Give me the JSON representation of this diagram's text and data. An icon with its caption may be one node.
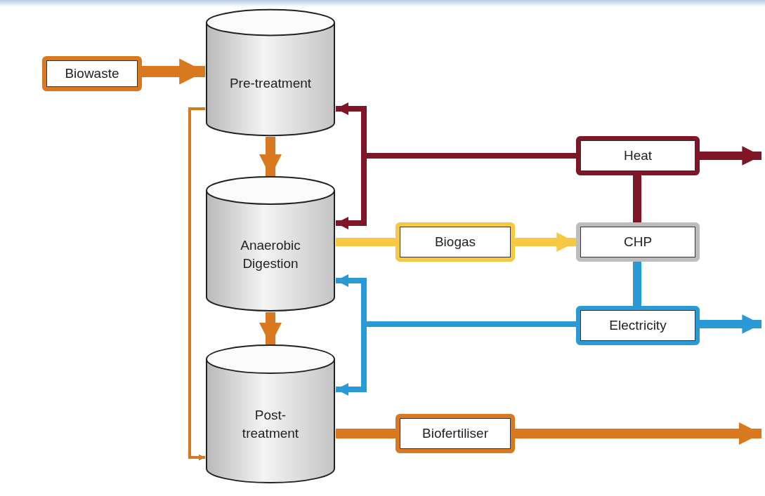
{
  "diagram": {
    "nodes": [
      {
        "text": [
          "Biowaste"
        ]
      },
      {
        "text": [
          "Pre-treatment"
        ]
      },
      {
        "text": [
          "Anaerobic Digestion"
        ]
      },
      {
        "text": [
          "Post- treatment"
        ]
      },
      {
        "text": [
          "Biogas"
        ]
      },
      {
        "text": [
          "CHP"
        ]
      },
      {
        "text": [
          "Heat"
        ]
      },
      {
        "text": [
          "Electricity"
        ]
      },
      {
        "text": [
          "Biofertiliser"
        ]
      }
    ],
    "edges": [
      {
        "from": 0,
        "to": 1,
        "arrow": "to"
      },
      {
        "from": 1,
        "to": 2,
        "arrow": "to"
      },
      {
        "from": 2,
        "to": 3,
        "arrow": "to"
      },
      {
        "from": 1,
        "to": 3,
        "arrow": "to"
      },
      {
        "from": 2,
        "to": 4,
        "arrow": "none",
        "color": "#f6c843"
      },
      {
        "from": 4,
        "to": 5,
        "arrow": "to",
        "color": "#f6c843"
      },
      {
        "from": 5,
        "to": 6,
        "arrow": "none",
        "color": "#7e1628"
      },
      {
        "from": 6,
        "to": null,
        "arrow": "to",
        "color": "#7e1628"
      },
      {
        "from": 6,
        "to": 1,
        "arrow": "to",
        "color": "#7e1628"
      },
      {
        "from": 6,
        "to": 2,
        "arrow": "to",
        "color": "#7e1628"
      },
      {
        "from": 5,
        "to": 7,
        "arrow": "none",
        "color": "#2a9ad6"
      },
      {
        "from": 7,
        "to": null,
        "arrow": "to",
        "color": "#2a9ad6"
      },
      {
        "from": 7,
        "to": 2,
        "arrow": "to",
        "color": "#2a9ad6"
      },
      {
        "from": 7,
        "to": 3,
        "arrow": "to",
        "color": "#2a9ad6"
      },
      {
        "from": 3,
        "to": 8,
        "arrow": "none"
      },
      {
        "from": 8,
        "to": null,
        "arrow": "to"
      }
    ]
  }
}
